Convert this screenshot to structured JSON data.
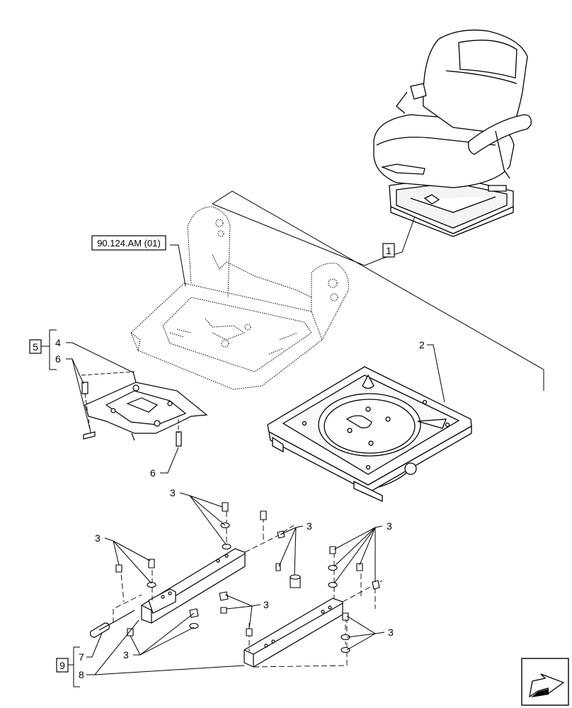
{
  "ref_label": "90.124.AM (01)",
  "callouts": {
    "c1": "1",
    "c2": "2",
    "c3": "3",
    "c4": "4",
    "c5": "5",
    "c6": "6",
    "c7": "7",
    "c8": "8",
    "c9": "9"
  },
  "icons": {
    "nav": "arrow-icon"
  },
  "colors": {
    "line": "#000000",
    "background": "#ffffff"
  }
}
